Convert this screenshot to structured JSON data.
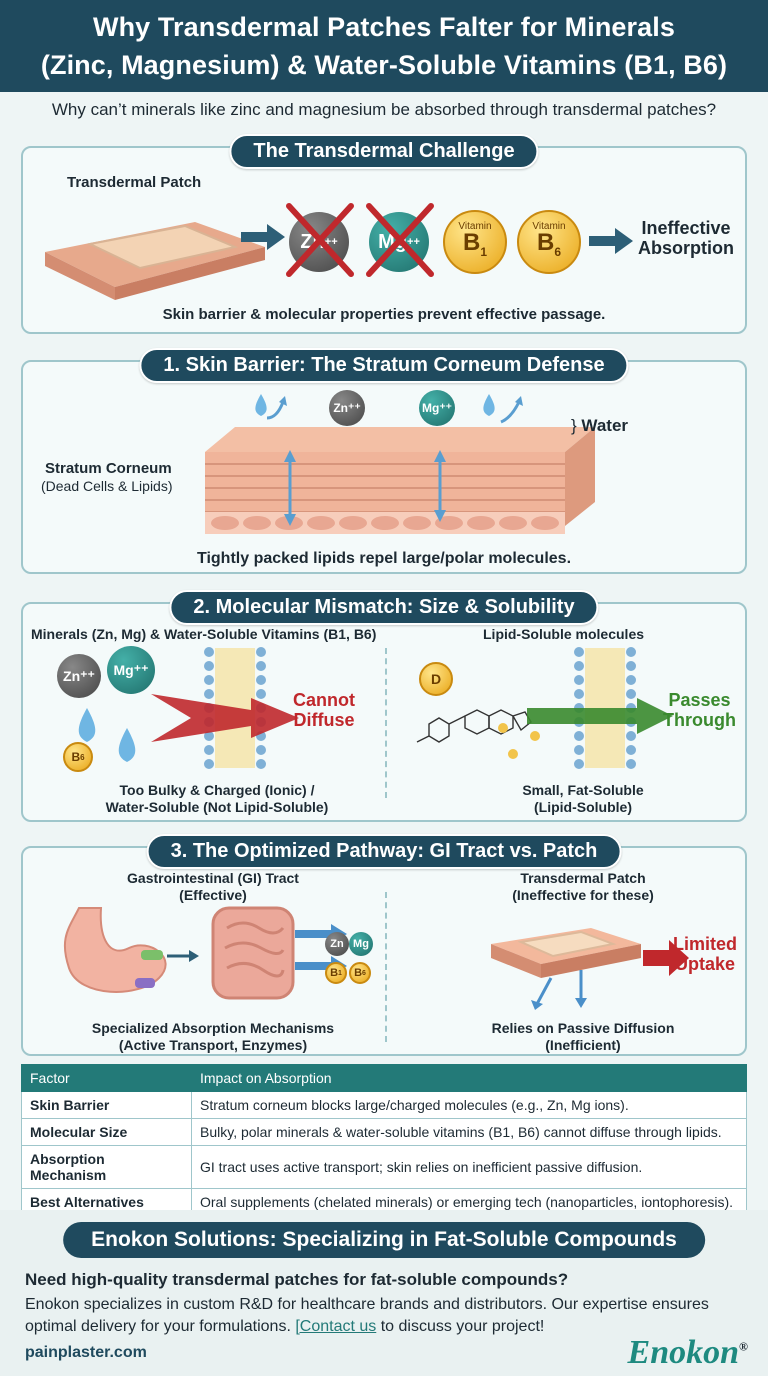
{
  "header": {
    "title_line1": "Why Transdermal Patches Falter for Minerals",
    "title_line2": "(Zinc, Magnesium) & Water-Soluble Vitamins (B1, B6)"
  },
  "question": "Why can’t minerals like zinc and magnesium be absorbed through transdermal patches?",
  "challenge": {
    "title": "The Transdermal Challenge",
    "patch_label": "Transdermal Patch",
    "zn": "Zn",
    "mg": "Mg",
    "ion_charge": "++",
    "vit_word": "Vitamin",
    "b1": "B",
    "b1_sub": "1",
    "b6": "B",
    "b6_sub": "6",
    "result_line1": "Ineffective",
    "result_line2": "Absorption",
    "caption": "Skin barrier & molecular properties prevent effective passage."
  },
  "barrier": {
    "title": "1. Skin Barrier: The Stratum Corneum Defense",
    "zn_ion": "Zn⁺⁺",
    "mg_ion": "Mg⁺⁺",
    "water_label": "Water",
    "sc_label": "Stratum Corneum",
    "sc_sub": "(Dead Cells & Lipids)",
    "caption": "Tightly packed lipids repel large/polar molecules."
  },
  "mismatch": {
    "title": "2. Molecular Mismatch: Size & Solubility",
    "left_heading": "Minerals (Zn, Mg) & Water-Soluble Vitamins (B1, B6)",
    "zn_ion": "Zn⁺⁺",
    "mg_ion": "Mg⁺⁺",
    "b_small": "B",
    "b_small_sub": "6",
    "left_result_line1": "Cannot",
    "left_result_line2": "Diffuse",
    "left_caption_line1": "Too Bulky & Charged (Ionic) /",
    "left_caption_line2": "Water-Soluble (Not Lipid-Soluble)",
    "right_heading": "Lipid-Soluble molecules",
    "vit_d": "D",
    "right_result_line1": "Passes",
    "right_result_line2": "Through",
    "right_caption_line1": "Small, Fat-Soluble",
    "right_caption_line2": "(Lipid-Soluble)"
  },
  "pathway": {
    "title": "3. The Optimized Pathway: GI Tract vs. Patch",
    "gi_line1": "Gastrointestinal (GI) Tract",
    "gi_line2": "(Effective)",
    "zn": "Zn",
    "mg": "Mg",
    "b1": "B",
    "b1_sub": "1",
    "b6": "B",
    "b6_sub": "6",
    "gi_caption_line1": "Specialized Absorption Mechanisms",
    "gi_caption_line2": "(Active Transport, Enzymes)",
    "patch_line1": "Transdermal Patch",
    "patch_line2": "(Ineffective for these)",
    "limited_line1": "Limited",
    "limited_line2": "Uptake",
    "patch_caption_line1": "Relies on Passive Diffusion",
    "patch_caption_line2": "(Inefficient)"
  },
  "table": {
    "headers": [
      "Factor",
      "Impact on Absorption"
    ],
    "rows": [
      [
        "Skin Barrier",
        "Stratum corneum blocks large/charged molecules (e.g., Zn, Mg ions)."
      ],
      [
        "Molecular Size",
        "Bulky, polar minerals & water-soluble vitamins (B1, B6) cannot diffuse through lipids."
      ],
      [
        "Absorption Mechanism",
        "GI tract uses active transport; skin relies on inefficient passive diffusion."
      ],
      [
        "Best Alternatives",
        "Oral supplements (chelated minerals) or emerging tech (nanoparticles, iontophoresis)."
      ]
    ]
  },
  "footer": {
    "title": "Enokon Solutions: Specializing in Fat-Soluble Compounds",
    "question": "Need high-quality transdermal patches for fat-soluble compounds?",
    "desc_before": "Enokon specializes in custom R&D for healthcare brands and distributors. Our expertise ensures optimal delivery for your formulations. ",
    "contact_link": "[Contact us",
    "desc_after": " to discuss your project!",
    "site": "painplaster.com",
    "logo": "Enokon",
    "reg": "®"
  },
  "colors": {
    "header_bg": "#1f4a5e",
    "accent_teal": "#237a78",
    "red": "#c0282c",
    "green": "#3a8a2e"
  }
}
